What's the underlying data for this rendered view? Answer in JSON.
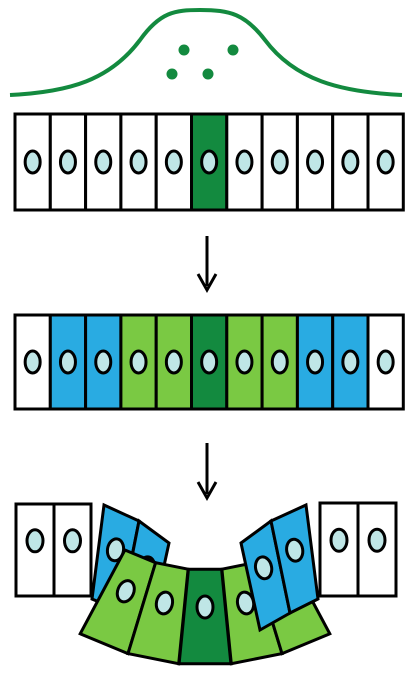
{
  "colors": {
    "outline": "#000000",
    "cell_white": "#ffffff",
    "cell_blue": "#29abe2",
    "cell_light_green": "#7ac943",
    "cell_dark_green": "#138a3f",
    "nucleus_fill": "#bfe6e6",
    "morphogen": "#138a3f"
  },
  "diagram": {
    "stage1": {
      "name": "uniform-epithelium",
      "cells": [
        "white",
        "white",
        "white",
        "white",
        "white",
        "dark_green",
        "white",
        "white",
        "white",
        "white",
        "white"
      ]
    },
    "stage2": {
      "name": "patterned-epithelium",
      "cells": [
        "white",
        "blue",
        "blue",
        "light_green",
        "light_green",
        "dark_green",
        "light_green",
        "light_green",
        "blue",
        "blue",
        "white"
      ]
    },
    "stage3": {
      "name": "bent-epithelium",
      "cells": [
        "white",
        "white",
        "blue",
        "blue",
        "light_green",
        "light_green",
        "dark_green",
        "light_green",
        "light_green",
        "blue",
        "blue",
        "white",
        "white"
      ]
    },
    "arrows": [
      "down-arrow",
      "down-arrow"
    ],
    "morphogen_particles": 4
  }
}
